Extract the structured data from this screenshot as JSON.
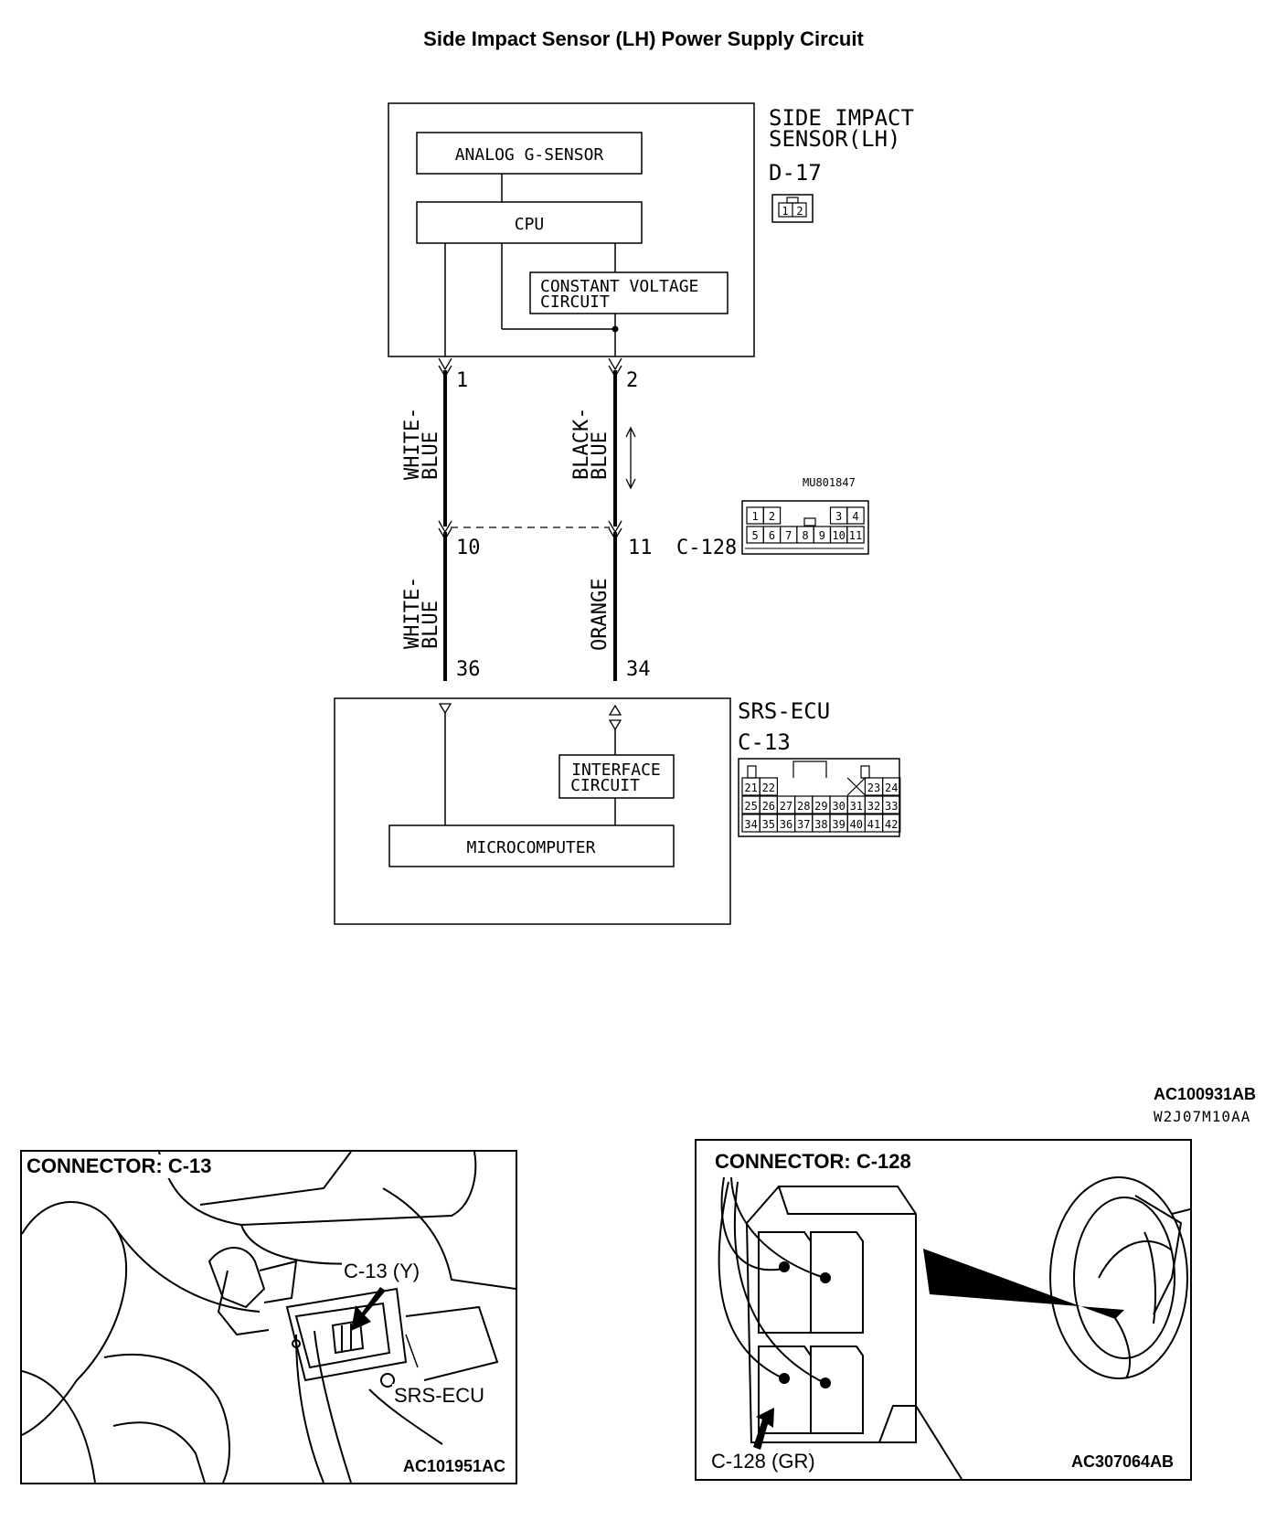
{
  "title": "Side Impact Sensor (LH) Power Supply Circuit",
  "sensor": {
    "name_line1": "SIDE IMPACT",
    "name_line2": "SENSOR(LH)",
    "connector": "D-17",
    "pins": [
      "1",
      "2"
    ],
    "blocks": {
      "g_sensor": "ANALOG G-SENSOR",
      "cpu": "CPU",
      "cv_line1": "CONSTANT VOLTAGE",
      "cv_line2": "CIRCUIT"
    }
  },
  "wires": {
    "left": {
      "pin_top": "1",
      "color_upper": [
        "WHITE-",
        "BLUE"
      ],
      "pin_mid": "10",
      "color_lower": [
        "WHITE-",
        "BLUE"
      ],
      "pin_bottom": "36"
    },
    "right": {
      "pin_top": "2",
      "color_upper": [
        "BLACK-",
        "BLUE"
      ],
      "pin_mid": "11",
      "color_lower": [
        "ORANGE"
      ],
      "pin_bottom": "34"
    }
  },
  "intermediate_connector": {
    "name": "C-128",
    "part_no": "MU801847",
    "pins_row1": [
      "1",
      "2",
      "",
      "",
      "",
      "3",
      "4"
    ],
    "pins_row2": [
      "5",
      "6",
      "7",
      "8",
      "9",
      "10",
      "11"
    ]
  },
  "ecu": {
    "name": "SRS-ECU",
    "connector": "C-13",
    "blocks": {
      "if_line1": "INTERFACE",
      "if_line2": "CIRCUIT",
      "micro": "MICROCOMPUTER"
    },
    "pins_row1": [
      "21",
      "22",
      "",
      "",
      "",
      "",
      "",
      "23",
      "24"
    ],
    "pins_row2": [
      "25",
      "26",
      "27",
      "28",
      "29",
      "30",
      "31",
      "32",
      "33"
    ],
    "pins_row3": [
      "34",
      "35",
      "36",
      "37",
      "38",
      "39",
      "40",
      "41",
      "42"
    ]
  },
  "codes": {
    "main": "AC100931AB",
    "sub": "W2J07M10AA"
  },
  "photo_left": {
    "label": "CONNECTOR: C-13",
    "callout_connector": "C-13 (Y)",
    "callout_ecu": "SRS-ECU",
    "code": "AC101951AC"
  },
  "photo_right": {
    "label": "CONNECTOR: C-128",
    "callout_connector": "C-128 (GR)",
    "code": "AC307064AB"
  }
}
